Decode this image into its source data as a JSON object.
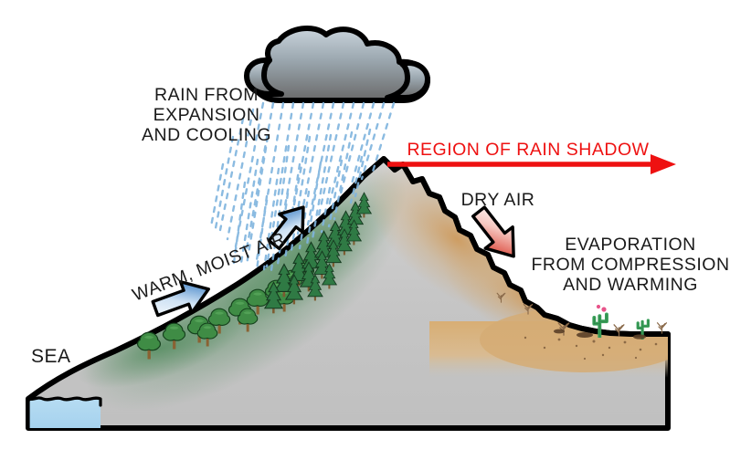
{
  "diagram": {
    "title": "Rain shadow / orographic precipitation diagram",
    "background_color": "#ffffff",
    "labels": {
      "sea": "SEA",
      "rain_line1": "RAIN FROM",
      "rain_line2": "EXPANSION",
      "rain_line3": "AND COOLING",
      "warm_moist_air": "WARM, MOIST AIR",
      "region_of_rain_shadow": "REGION OF RAIN SHADOW",
      "dry_air": "DRY AIR",
      "evap_line1": "EVAPORATION",
      "evap_line2": "FROM COMPRESSION",
      "evap_line3": "AND WARMING"
    },
    "colors": {
      "outline": "#000000",
      "mountain_rock": "#c6c6c6",
      "sea_water": "#aed8f0",
      "rain_shadow_red": "#ee1111",
      "dry_air_arrow_red": "#dd2211",
      "moist_air_arrow_blue": "#1f6fc4",
      "rain_dash_blue": "#7fb4de",
      "vegetation_green": "#2f7a3e",
      "desert_sand": "#d9b380",
      "cloud_top": "#bcc8d0",
      "cloud_bottom": "#6e6e6e",
      "cactus_green": "#3aa05a",
      "cactus_flower": "#e8548a",
      "dead_shrub_brown": "#8a6a4a"
    }
  }
}
